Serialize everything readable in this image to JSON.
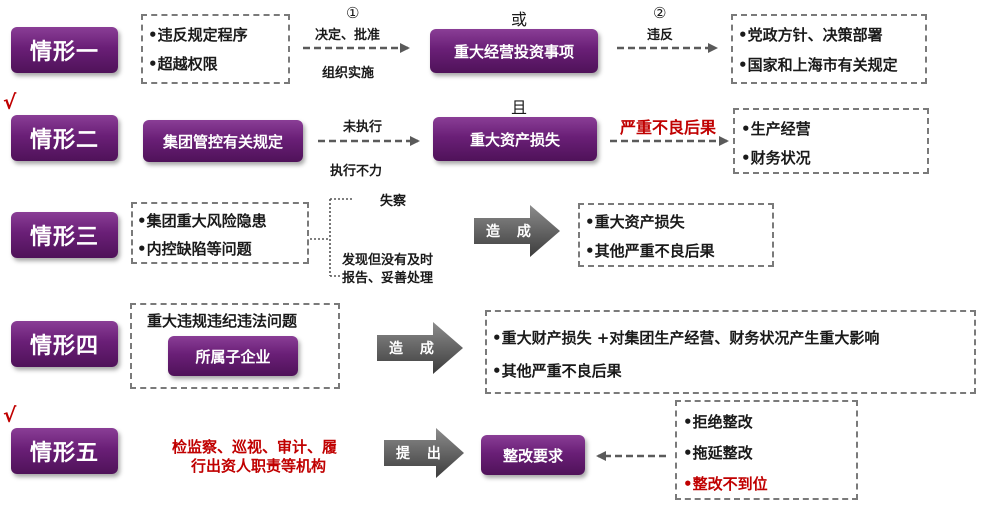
{
  "checkmark": "√",
  "row1": {
    "situation": "情形一",
    "left_items": [
      "•违反规定程序",
      "•超越权限"
    ],
    "top_mark": "①",
    "top_label": "决定、批准",
    "bottom_label": "组织实施",
    "connector": "或",
    "center": "重大经营投资事项",
    "right_mark": "②",
    "right_label": "违反",
    "right_items": [
      "•党政方针、决策部署",
      "•国家和上海市有关规定"
    ]
  },
  "row2": {
    "situation": "情形二",
    "left": "集团管控有关规定",
    "top_label": "未执行",
    "bottom_label": "执行不力",
    "connector": "且",
    "center": "重大资产损失",
    "result": "严重不良后果",
    "right_items": [
      "•生产经营",
      "•财务状况"
    ]
  },
  "row3": {
    "situation": "情形三",
    "left_items": [
      "•集团重大风险隐患",
      "•内控缺陷等问题"
    ],
    "branch_top": "失察",
    "branch_bottom": "发现但没有及时\n报告、妥善处理",
    "arrow_label": "造 成",
    "right_items": [
      "•重大资产损失",
      "•其他严重不良后果"
    ]
  },
  "row4": {
    "situation": "情形四",
    "title": "重大违规违纪违法问题",
    "pill": "所属子企业",
    "arrow_label": "造 成",
    "right_items": [
      "•重大财产损失 +对集团生产经营、财务状况产生重大影响",
      "•其他严重不良后果"
    ]
  },
  "row5": {
    "situation": "情形五",
    "left_line1": "检监察、巡视、审计、履",
    "left_line2": "行出资人职责等机构",
    "arrow_label": "提 出",
    "center": "整改要求",
    "right_items": [
      "•拒绝整改",
      "•拖延整改",
      "•整改不到位"
    ]
  },
  "colors": {
    "purple": "#6a1f77",
    "red": "#c00000",
    "gray": "#5a5a5a"
  }
}
